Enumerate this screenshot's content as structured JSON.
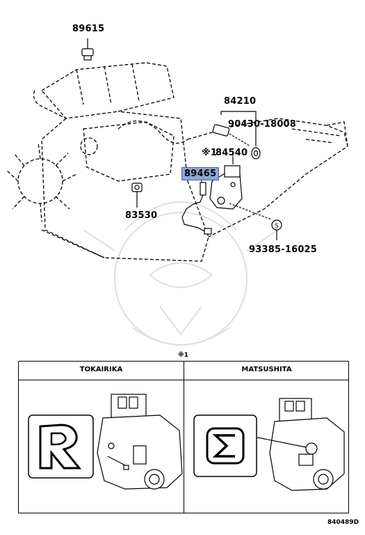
{
  "parts": {
    "p89615": "89615",
    "p84210": "84210",
    "p90430": "90430-18008",
    "p84540_mark": "※1",
    "p84540": "84540",
    "p89465": "89465",
    "p83530": "83530",
    "p93385": "93385-16025"
  },
  "note": {
    "mark": "※1"
  },
  "table": {
    "left_header": "TOKAIRIKA",
    "right_header": "MATSUSHITA"
  },
  "diagram_id": "840489D",
  "colors": {
    "highlight": "#8fa6d8",
    "line": "#000000"
  },
  "icons": {
    "left_logo": "tokairika-logo",
    "right_logo": "matsushita-logo"
  }
}
